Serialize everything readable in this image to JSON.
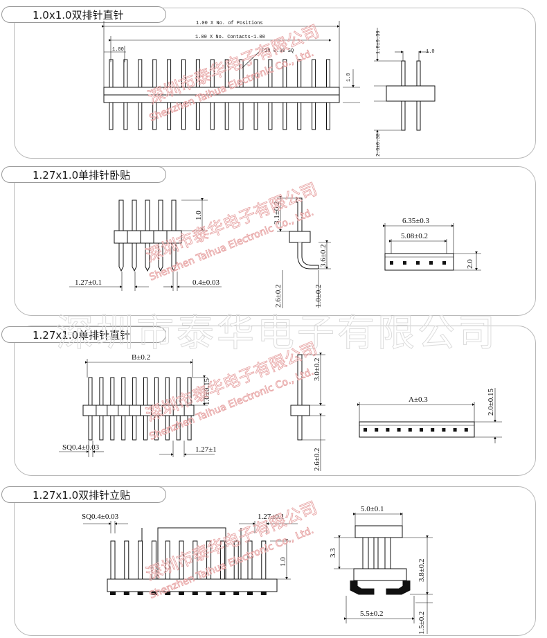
{
  "sections": [
    {
      "title": "1.0x1.0双排针直针"
    },
    {
      "title": "1.27x1.0单排针卧贴"
    },
    {
      "title": "1.27x1.0单排针直针"
    },
    {
      "title": "1.27x1.0双排针立贴"
    }
  ],
  "s1": {
    "positions": "1.00 X No. of Positions",
    "contacts": "1.00 X No. Contacts-1.00",
    "pitch": "1.00",
    "pin": "PIN 0.30 SQ",
    "body_h": "1.0",
    "side_top": "1.8±0.30",
    "side_bottom": "2.6±0.30",
    "side_pitch": "1.0"
  },
  "s2": {
    "h": "1.0",
    "pitch": "1.27±0.1",
    "pin": "0.4±0.03",
    "side_top": "3.1±0.2",
    "side_mid": "3.6±0.2",
    "side_bottom": "2.6±0.2",
    "side_tail": "1.0±0.2",
    "len_a": "6.35±0.3",
    "len_b": "5.08±0.2",
    "height": "2.0"
  },
  "s3": {
    "b": "B±0.2",
    "h": "1.0±0.15",
    "sq": "SQ0.4±0.03",
    "pitch": "1.27±1",
    "side_top": "3.0±0.2",
    "side_bottom": "2.6±0.2",
    "a": "A±0.3",
    "height": "2.0±0.15"
  },
  "s4": {
    "sq": "SQ0.4±0.03",
    "pitch": "1.27±0.1",
    "h": "1.0",
    "top": "5.0±0.1",
    "side_h": "3.3",
    "right_a": "3.8±0.2",
    "bottom": "5.5±0.2",
    "right_b": "1.5±0.2"
  },
  "watermark": {
    "cn": "深圳市泰华电子有限公司",
    "en": "Shenzhen Taihua Electronic Co., Ltd."
  }
}
